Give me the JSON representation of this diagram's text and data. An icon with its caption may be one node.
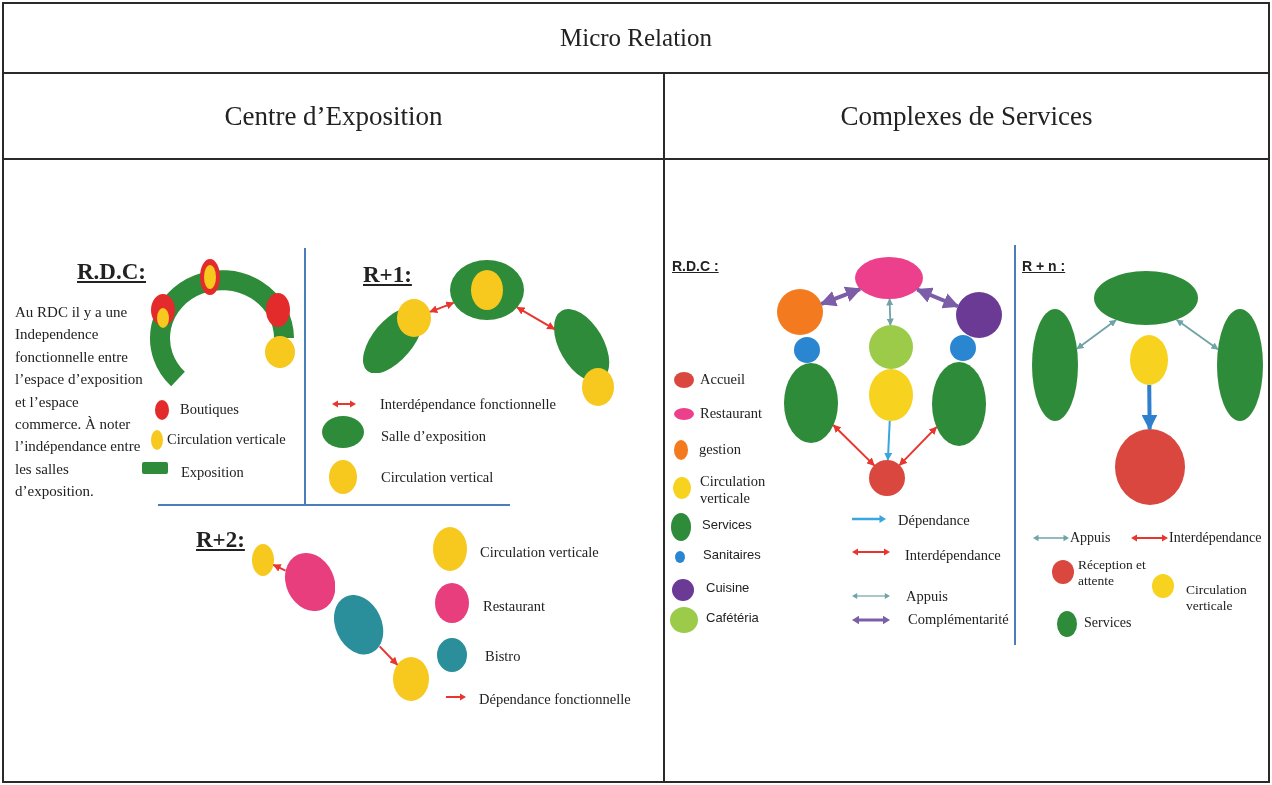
{
  "diagram": {
    "nodes": [
      {
        "text": [
          "Micro Relation"
        ]
      },
      {
        "text": [
          "Centre d’Exposition"
        ]
      },
      {
        "text": [
          "Complexes de Services"
        ]
      },
      {
        "text": [],
        "shape": "ellipse"
      },
      {
        "text": [],
        "shape": "ellipse",
        "in": 3
      },
      {
        "text": [],
        "shape": "ellipse"
      },
      {
        "text": [],
        "shape": "ellipse"
      },
      {
        "text": [],
        "shape": "ellipse"
      },
      {
        "text": [],
        "shape": "ellipse"
      },
      {
        "text": [],
        "shape": "ellipse"
      },
      {
        "text": [],
        "shape": "ellipse"
      },
      {
        "text": [],
        "shape": "ellipse"
      },
      {
        "text": [],
        "shape": "ellipse"
      },
      {
        "text": [],
        "shape": "ellipse"
      },
      {
        "text": [],
        "shape": "circle"
      },
      {
        "text": [],
        "shape": "circle"
      },
      {
        "text": [],
        "shape": "circle"
      },
      {
        "text": [],
        "shape": "circle"
      },
      {
        "text": [],
        "shape": "circle"
      },
      {
        "text": [],
        "shape": "ellipse"
      },
      {
        "text": [],
        "shape": "ellipse"
      },
      {
        "text": [],
        "shape": "ellipse"
      },
      {
        "text": [],
        "shape": "circle"
      },
      {
        "text": [],
        "shape": "ellipse"
      },
      {
        "text": [],
        "shape": "ellipse"
      },
      {
        "text": [],
        "shape": "ellipse"
      },
      {
        "text": [],
        "shape": "ellipse"
      },
      {
        "text": [],
        "shape": "ellipse"
      }
    ],
    "edges": [
      {
        "from": 3,
        "to": 6,
        "arrow": "both"
      },
      {
        "from": 3,
        "to": 7,
        "arrow": "both"
      },
      {
        "from": 10,
        "to": 9,
        "arrow": "to"
      },
      {
        "from": 11,
        "to": 12,
        "arrow": "to"
      },
      {
        "from": 13,
        "to": 14,
        "arrow": "both",
        "style": "thick",
        "color": "#7b5ea7"
      },
      {
        "from": 13,
        "to": 15,
        "arrow": "both",
        "style": "thick",
        "color": "#7b5ea7"
      },
      {
        "from": 17,
        "to": 13,
        "arrow": "both",
        "color": "#6fa3a8"
      },
      {
        "from": 20,
        "to": 22,
        "arrow": "to",
        "color": "#3aa6dd"
      },
      {
        "from": 19,
        "to": 22,
        "arrow": "both"
      },
      {
        "from": 21,
        "to": 22,
        "arrow": "both"
      },
      {
        "from": 23,
        "to": 24,
        "arrow": "both",
        "color": "#6fa3a8"
      },
      {
        "from": 23,
        "to": 25,
        "arrow": "both",
        "color": "#6fa3a8"
      },
      {
        "from": 26,
        "to": 27,
        "arrow": "to",
        "style": "thick",
        "color": "#2f7fcf"
      }
    ],
    "labels": [
      "R.D.C:",
      "Au RDC il y a une Independence fonctionnelle entre l’espace d’exposition et l’espace commerce.  À noter l’indépendance entre les salles d’exposition.",
      "R+1:",
      "R+2:",
      "R.D.C :",
      "R + n :"
    ],
    "legend": [
      {
        "text": "Boutiques",
        "color": "#e32b2b"
      },
      {
        "text": "Circulation verticale",
        "color": "#f7c81e"
      },
      {
        "text": "Exposition",
        "color": "#2e8b3a"
      },
      {
        "text": "Interdépendance fonctionnelle"
      },
      {
        "text": "Salle d’exposition",
        "color": "#2e8b3a"
      },
      {
        "text": "Circulation vertical",
        "color": "#f7c81e"
      },
      {
        "text": "Circulation verticale",
        "color": "#f7c81e"
      },
      {
        "text": "Restaurant",
        "color": "#e83e7e"
      },
      {
        "text": "Bistro",
        "color": "#2a8f9a"
      },
      {
        "text": "Dépendance fonctionnelle"
      },
      {
        "text": "Accueil",
        "color": "#d9473f"
      },
      {
        "text": "Restaurant",
        "color": "#ec3f8c"
      },
      {
        "text": "gestion",
        "color": "#f47a20"
      },
      {
        "text": "Circulation verticale",
        "color": "#f7d21e"
      },
      {
        "text": "Services",
        "color": "#2e8b3a"
      },
      {
        "text": "Sanitaires",
        "color": "#2b86d1"
      },
      {
        "text": "Cuisine",
        "color": "#6a3a95"
      },
      {
        "text": "Cafétéria",
        "color": "#9ccb4a"
      },
      {
        "text": "Dépendance"
      },
      {
        "text": "Interdépendance"
      },
      {
        "text": "Appuis"
      },
      {
        "text": "Complémentarité"
      },
      {
        "text": "Appuis"
      },
      {
        "text": "Interdépendance"
      },
      {
        "text": "Réception et attente",
        "color": "#d9473f"
      },
      {
        "text": "Circulation verticale",
        "color": "#f7d21e"
      },
      {
        "text": "Services",
        "color": "#2e8b3a"
      }
    ]
  }
}
